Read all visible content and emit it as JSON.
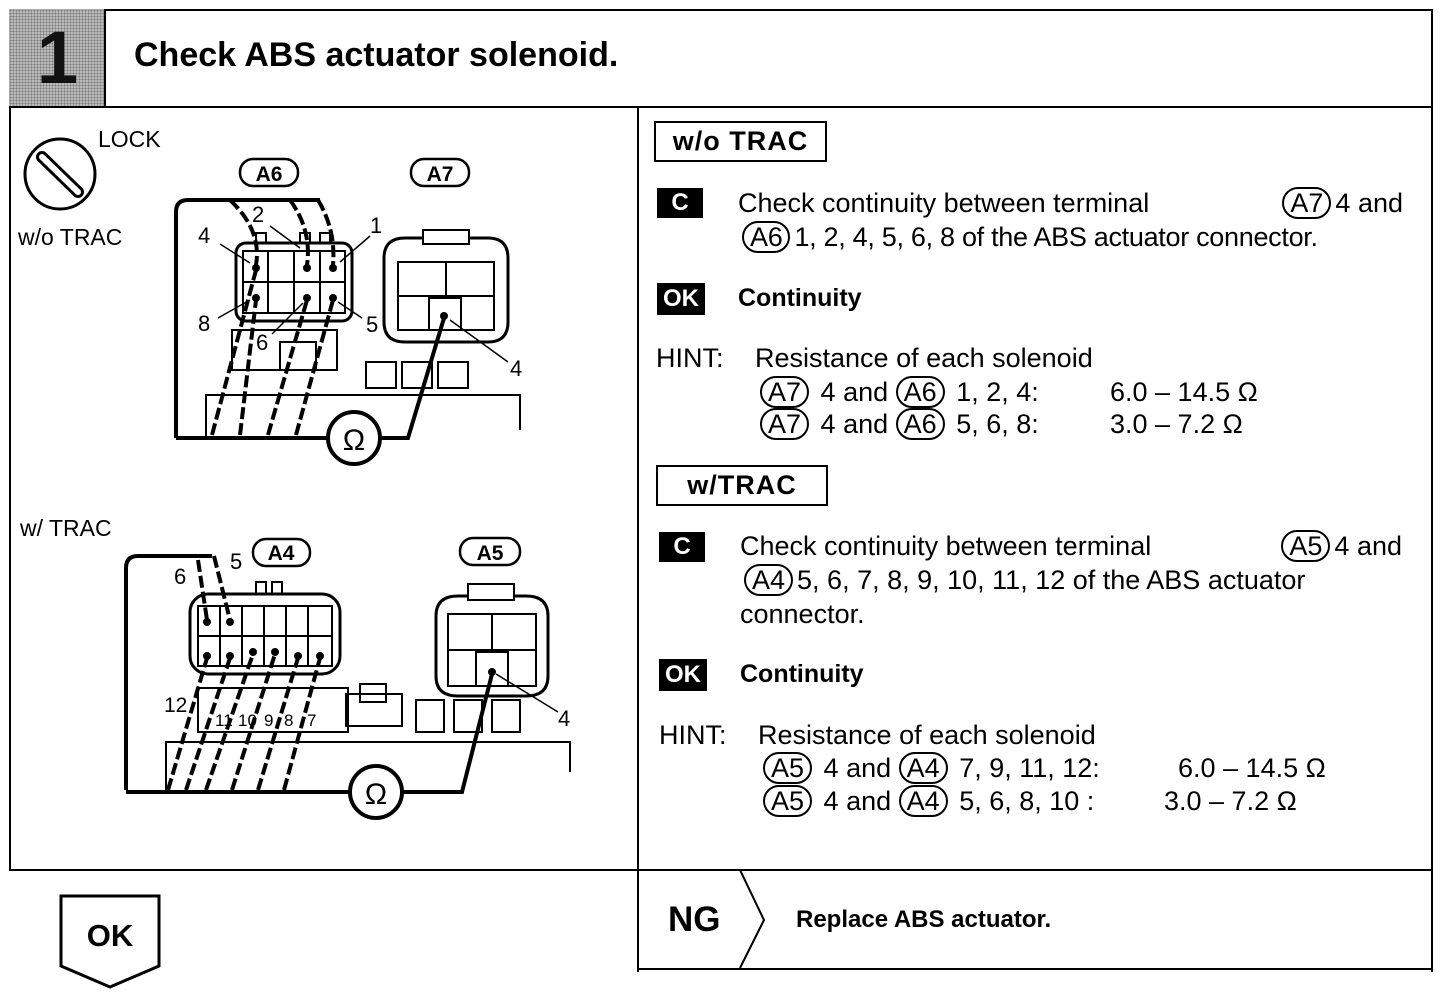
{
  "step": {
    "number": "1",
    "title": "Check ABS actuator solenoid."
  },
  "diagram": {
    "lock_label": "LOCK",
    "wo_trac_label": "w/o TRAC",
    "w_trac_label": "w/ TRAC",
    "top_connector_left": "A6",
    "top_connector_right": "A7",
    "top_pins": [
      "4",
      "2",
      "1",
      "8",
      "6",
      "5",
      "4"
    ],
    "bottom_connector_left": "A4",
    "bottom_connector_right": "A5",
    "bottom_pins": [
      "6",
      "5",
      "12",
      "11",
      "10",
      "9",
      "8",
      "7",
      "4"
    ],
    "ohm_symbol": "Ω"
  },
  "wo_trac": {
    "header": "w/o TRAC",
    "c_tag": "C",
    "check_line1_pre": "Check continuity between terminal",
    "check_line1_term": "A7",
    "check_line1_post": "4 and",
    "check_line2_term": "A6",
    "check_line2_post": "1, 2, 4, 5, 6, 8 of the ABS actuator connector.",
    "ok_tag": "OK",
    "ok_result": "Continuity",
    "hint_label": "HINT:",
    "hint_title": "Resistance of each solenoid",
    "hint_rows": [
      {
        "t1": "A7",
        "mid": "4 and",
        "t2": "A6",
        "pins": "1, 2, 4:",
        "value": "6.0 – 14.5 Ω"
      },
      {
        "t1": "A7",
        "mid": "4 and",
        "t2": "A6",
        "pins": "5, 6, 8:",
        "value": "3.0 – 7.2 Ω"
      }
    ]
  },
  "w_trac": {
    "header": "w/TRAC",
    "c_tag": "C",
    "check_line1_pre": "Check continuity between terminal",
    "check_line1_term": "A5",
    "check_line1_post": "4 and",
    "check_line2_term": "A4",
    "check_line2_post": "5, 6, 7, 8, 9, 10, 11, 12 of the ABS actuator",
    "check_line3": "connector.",
    "ok_tag": "OK",
    "ok_result": "Continuity",
    "hint_label": "HINT:",
    "hint_title": "Resistance of each solenoid",
    "hint_rows": [
      {
        "t1": "A5",
        "mid": "4 and",
        "t2": "A4",
        "pins": "7, 9, 11, 12:",
        "value": "6.0 – 14.5 Ω"
      },
      {
        "t1": "A5",
        "mid": "4 and",
        "t2": "A4",
        "pins": "5, 6, 8, 10 :",
        "value": "3.0 – 7.2 Ω"
      }
    ]
  },
  "result": {
    "ok_label": "OK",
    "ng_label": "NG",
    "ng_action": "Replace ABS actuator."
  }
}
